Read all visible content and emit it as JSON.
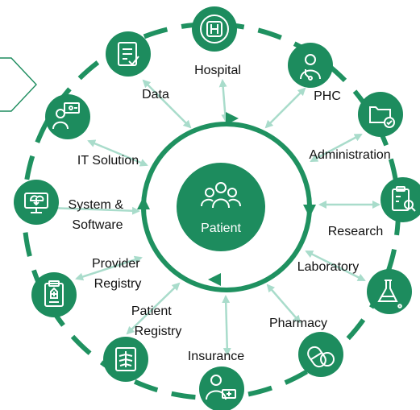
{
  "colors": {
    "primary": "#1d8c5e",
    "ring": "#1f9160",
    "arrow": "#a9dccb",
    "text": "#111111",
    "white": "#ffffff"
  },
  "center": {
    "label": "Patient",
    "icon": "patients-group-icon"
  },
  "nodes": [
    {
      "id": "hospital",
      "label": "Hospital",
      "icon": "hospital-icon"
    },
    {
      "id": "phc",
      "label": "PHC",
      "icon": "doctor-icon"
    },
    {
      "id": "administration",
      "label": "Administration",
      "icon": "folder-check-icon"
    },
    {
      "id": "research",
      "label": "Research",
      "icon": "clipboard-search-icon"
    },
    {
      "id": "laboratory",
      "label": "Laboratory",
      "icon": "flask-icon"
    },
    {
      "id": "pharmacy",
      "label": "Pharmacy",
      "icon": "pill-icon"
    },
    {
      "id": "insurance",
      "label": "Insurance",
      "icon": "insurance-card-icon"
    },
    {
      "id": "patient-registry",
      "label": "Patient Registry",
      "icon": "xray-icon"
    },
    {
      "id": "provider-registry",
      "label": "Provider Registry",
      "icon": "clipboard-plus-icon"
    },
    {
      "id": "system-software",
      "label": "System & Software",
      "icon": "cloud-monitor-icon"
    },
    {
      "id": "it-solution",
      "label": "IT Solution",
      "icon": "person-screen-icon"
    },
    {
      "id": "data",
      "label": "Data",
      "icon": "document-check-icon"
    }
  ]
}
